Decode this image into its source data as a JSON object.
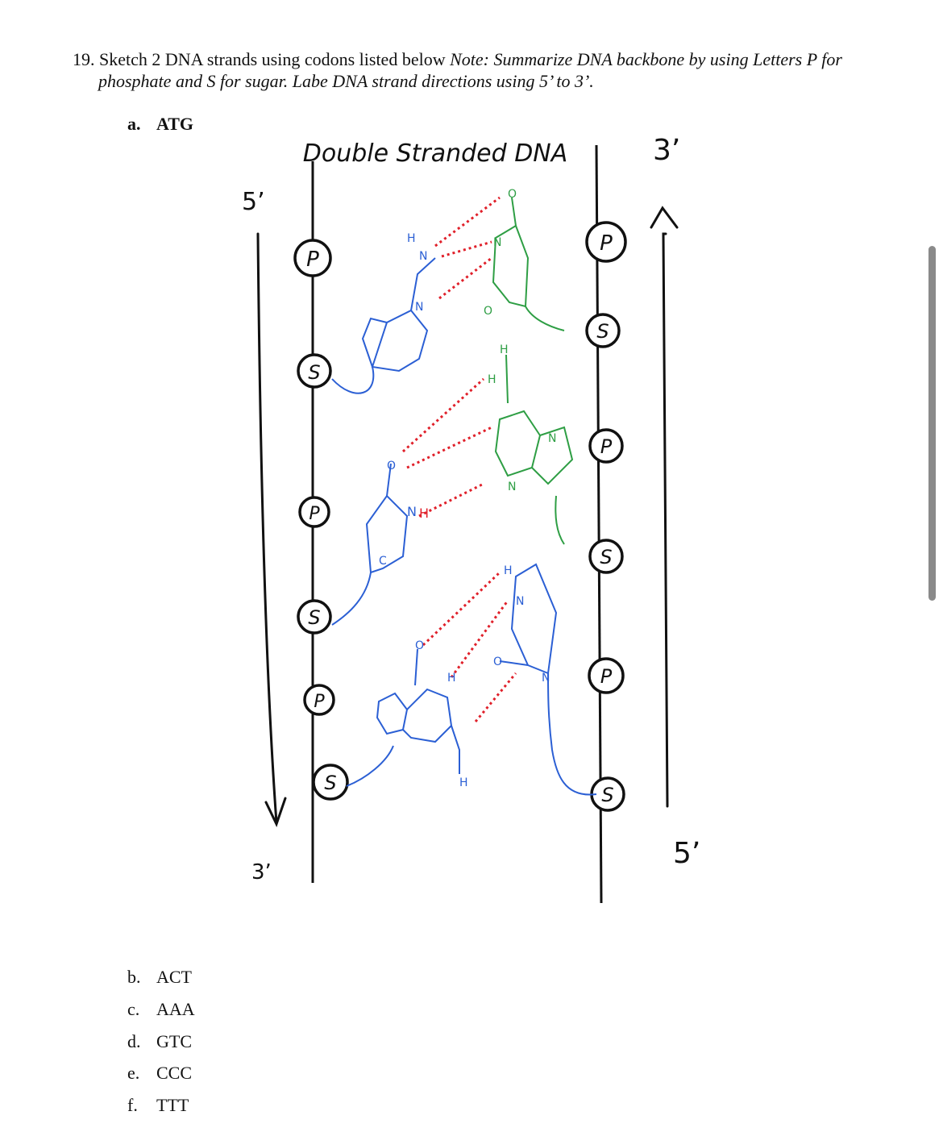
{
  "question": {
    "number": "19.",
    "text_plain": "Sketch 2 DNA strands using codons listed below",
    "note_label": "Note:",
    "note_line1": "Summarize DNA backbone by using Letters P for",
    "note_line2": "phosphate and S for sugar. Labe DNA strand directions using 5’ to 3’."
  },
  "items": [
    {
      "letter": "a.",
      "codon": "ATG"
    },
    {
      "letter": "b.",
      "codon": "ACT"
    },
    {
      "letter": "c.",
      "codon": "AAA"
    },
    {
      "letter": "d.",
      "codon": "GTC"
    },
    {
      "letter": "e.",
      "codon": "CCC"
    },
    {
      "letter": "f.",
      "codon": "TTT"
    }
  ],
  "sketch": {
    "title": "Double Stranded DNA",
    "left_top_label": "5’",
    "left_bottom_label": "3’",
    "right_top_label": "3’",
    "right_bottom_label": "5’",
    "phosphate": "P",
    "sugar": "S",
    "atom_labels": {
      "oxygen": "O",
      "nitrogen": "N",
      "hydrogen": "H",
      "carbon": "C"
    },
    "colors": {
      "ink": "#111111",
      "left_base": "#2b5fd4",
      "right_base": "#2e9e44",
      "bond": "#e0202a"
    }
  }
}
